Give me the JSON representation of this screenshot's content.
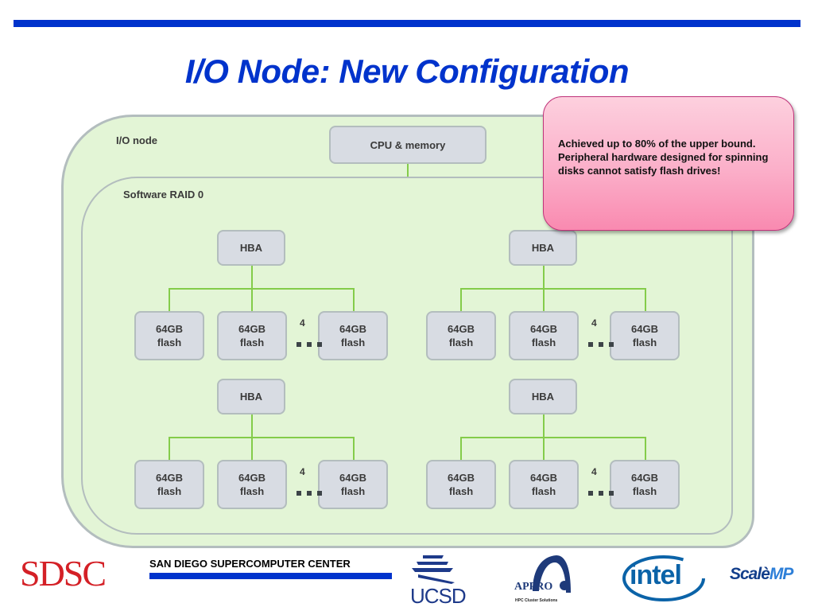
{
  "slide": {
    "title": "I/O Node: New Configuration"
  },
  "diagram": {
    "outer_label": "I/O node",
    "inner_label": "Software RAID 0",
    "cpu_label": "CPU & memory",
    "hba_label": "HBA",
    "flash_line1": "64GB",
    "flash_line2": "flash",
    "flash_count": "4",
    "groups": [
      {
        "hba": "HBA",
        "count": "4"
      },
      {
        "hba": "HBA",
        "count": "4"
      },
      {
        "hba": "HBA",
        "count": "4"
      },
      {
        "hba": "HBA",
        "count": "4"
      }
    ]
  },
  "callout": {
    "text": "Achieved up to 80% of the upper bound. Peripheral hardware designed for spinning disks cannot satisfy flash drives!"
  },
  "footer": {
    "org_logo": "SDSC",
    "org_name": "SAN DIEGO SUPERCOMPUTER CENTER",
    "partners": {
      "ucsd": "UCSD",
      "appro": "APPRO",
      "appro_tagline": "HPC Cluster Solutions",
      "intel": "intel",
      "scalemp_a": "Scalè",
      "scalemp_b": "MP"
    }
  },
  "colors": {
    "brand_blue": "#0033cc",
    "container_fill": "#e3f5d6",
    "connector": "#84cc4a",
    "callout_pink": "#fbafc9",
    "sdsc_red": "#d42026"
  }
}
